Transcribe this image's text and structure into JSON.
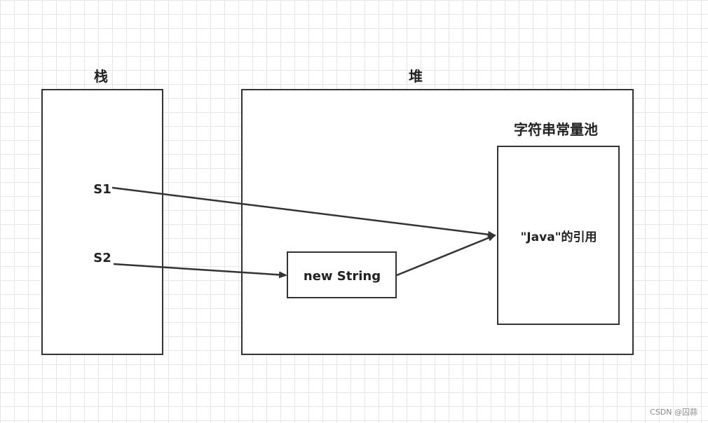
{
  "stack": {
    "title": "栈",
    "s1_label": "S1",
    "s2_label": "S2"
  },
  "heap": {
    "title": "堆",
    "new_string_label": "new String"
  },
  "string_pool": {
    "title": "字符串常量池",
    "content_label": "\"Java\"的引用"
  },
  "watermark": "CSDN @囚蒜",
  "colors": {
    "stroke": "#333333",
    "grid": "#e6e6e6",
    "background": "#ffffff"
  }
}
